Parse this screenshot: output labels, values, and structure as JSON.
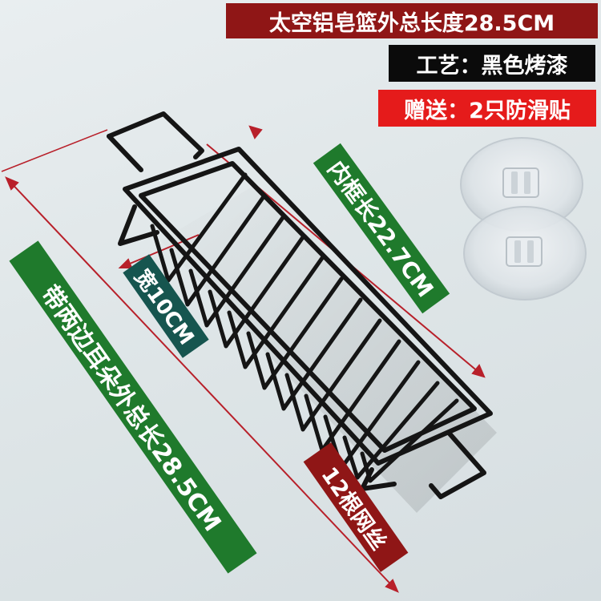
{
  "banners": {
    "title": "太空铝皂篮外总长度28.5CM",
    "craft": "工艺：黑色烤漆",
    "gift": "赠送：2只防滑贴"
  },
  "labels": {
    "inner_length": "内框长22.7CM",
    "width": "宽10CM",
    "total_length": "带两边耳朵外总长28.5CM",
    "wire_count": "12根网丝"
  },
  "colors": {
    "banner_red": "#8f1616",
    "banner_black": "#0b0b0b",
    "banner_bright_red": "#e51b1b",
    "label_green": "#1f7a2c",
    "label_teal": "#16554f",
    "arrow_red": "#b8202a",
    "basket": "#151515"
  }
}
